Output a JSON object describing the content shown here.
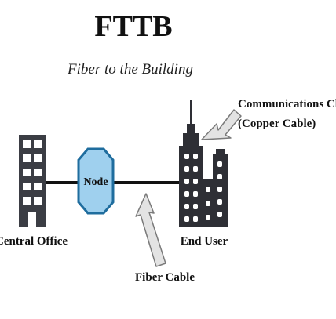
{
  "title": "FTTB",
  "subtitle": "Fiber to the Building",
  "labels": {
    "central_office": "Central Office",
    "node": "Node",
    "end_user": "End User",
    "fiber_cable": "Fiber Cable",
    "comm_closet_line1": "Communications Closet",
    "comm_closet_line2": "(Copper Cable)"
  },
  "colors": {
    "building": "#3b3d44",
    "node_fill": "#9fd0ee",
    "node_stroke": "#1f6d9e",
    "cable": "#111111",
    "arrow_fill": "#e3e3e3",
    "arrow_stroke": "#7a7a7a"
  },
  "icons": {
    "central_office": "office-building-icon",
    "end_user": "skyscraper-icon",
    "node": "octagon-node-icon"
  }
}
